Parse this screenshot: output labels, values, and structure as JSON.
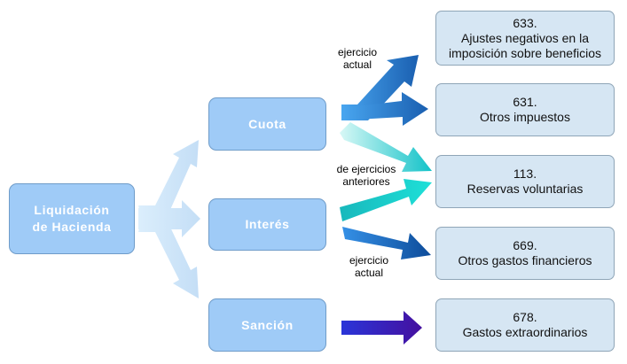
{
  "diagram": {
    "root": {
      "line1": "Liquidación",
      "line2": "de Hacienda"
    },
    "concepts": {
      "cuota": "Cuota",
      "interes": "Interés",
      "sancion": "Sanción"
    },
    "accounts": [
      {
        "number": "633.",
        "line1": "Ajustes negativos en la",
        "line2": "imposición sobre beneficios"
      },
      {
        "number": "631.",
        "line1": "Otros impuestos",
        "line2": ""
      },
      {
        "number": "113.",
        "line1": "Reservas voluntarias",
        "line2": ""
      },
      {
        "number": "669.",
        "line1": "Otros gastos financieros",
        "line2": ""
      },
      {
        "number": "678.",
        "line1": "Gastos extraordinarios",
        "line2": ""
      }
    ],
    "labels": {
      "current_year_top": {
        "line1": "ejercicio",
        "line2": "actual"
      },
      "previous_years": {
        "line1": "de ejercicios",
        "line2": "anteriores"
      },
      "current_year_bottom": {
        "line1": "ejercicio",
        "line2": "actual"
      }
    },
    "colors": {
      "root_fill": "#9fcbf7",
      "account_fill": "#d6e6f3",
      "arrow_current_year": "#2d8ee6",
      "arrow_previous_years": "#14c8c8",
      "arrow_sancion": "#3a1fd0",
      "arrow_fan": "#cfe5f9"
    }
  }
}
